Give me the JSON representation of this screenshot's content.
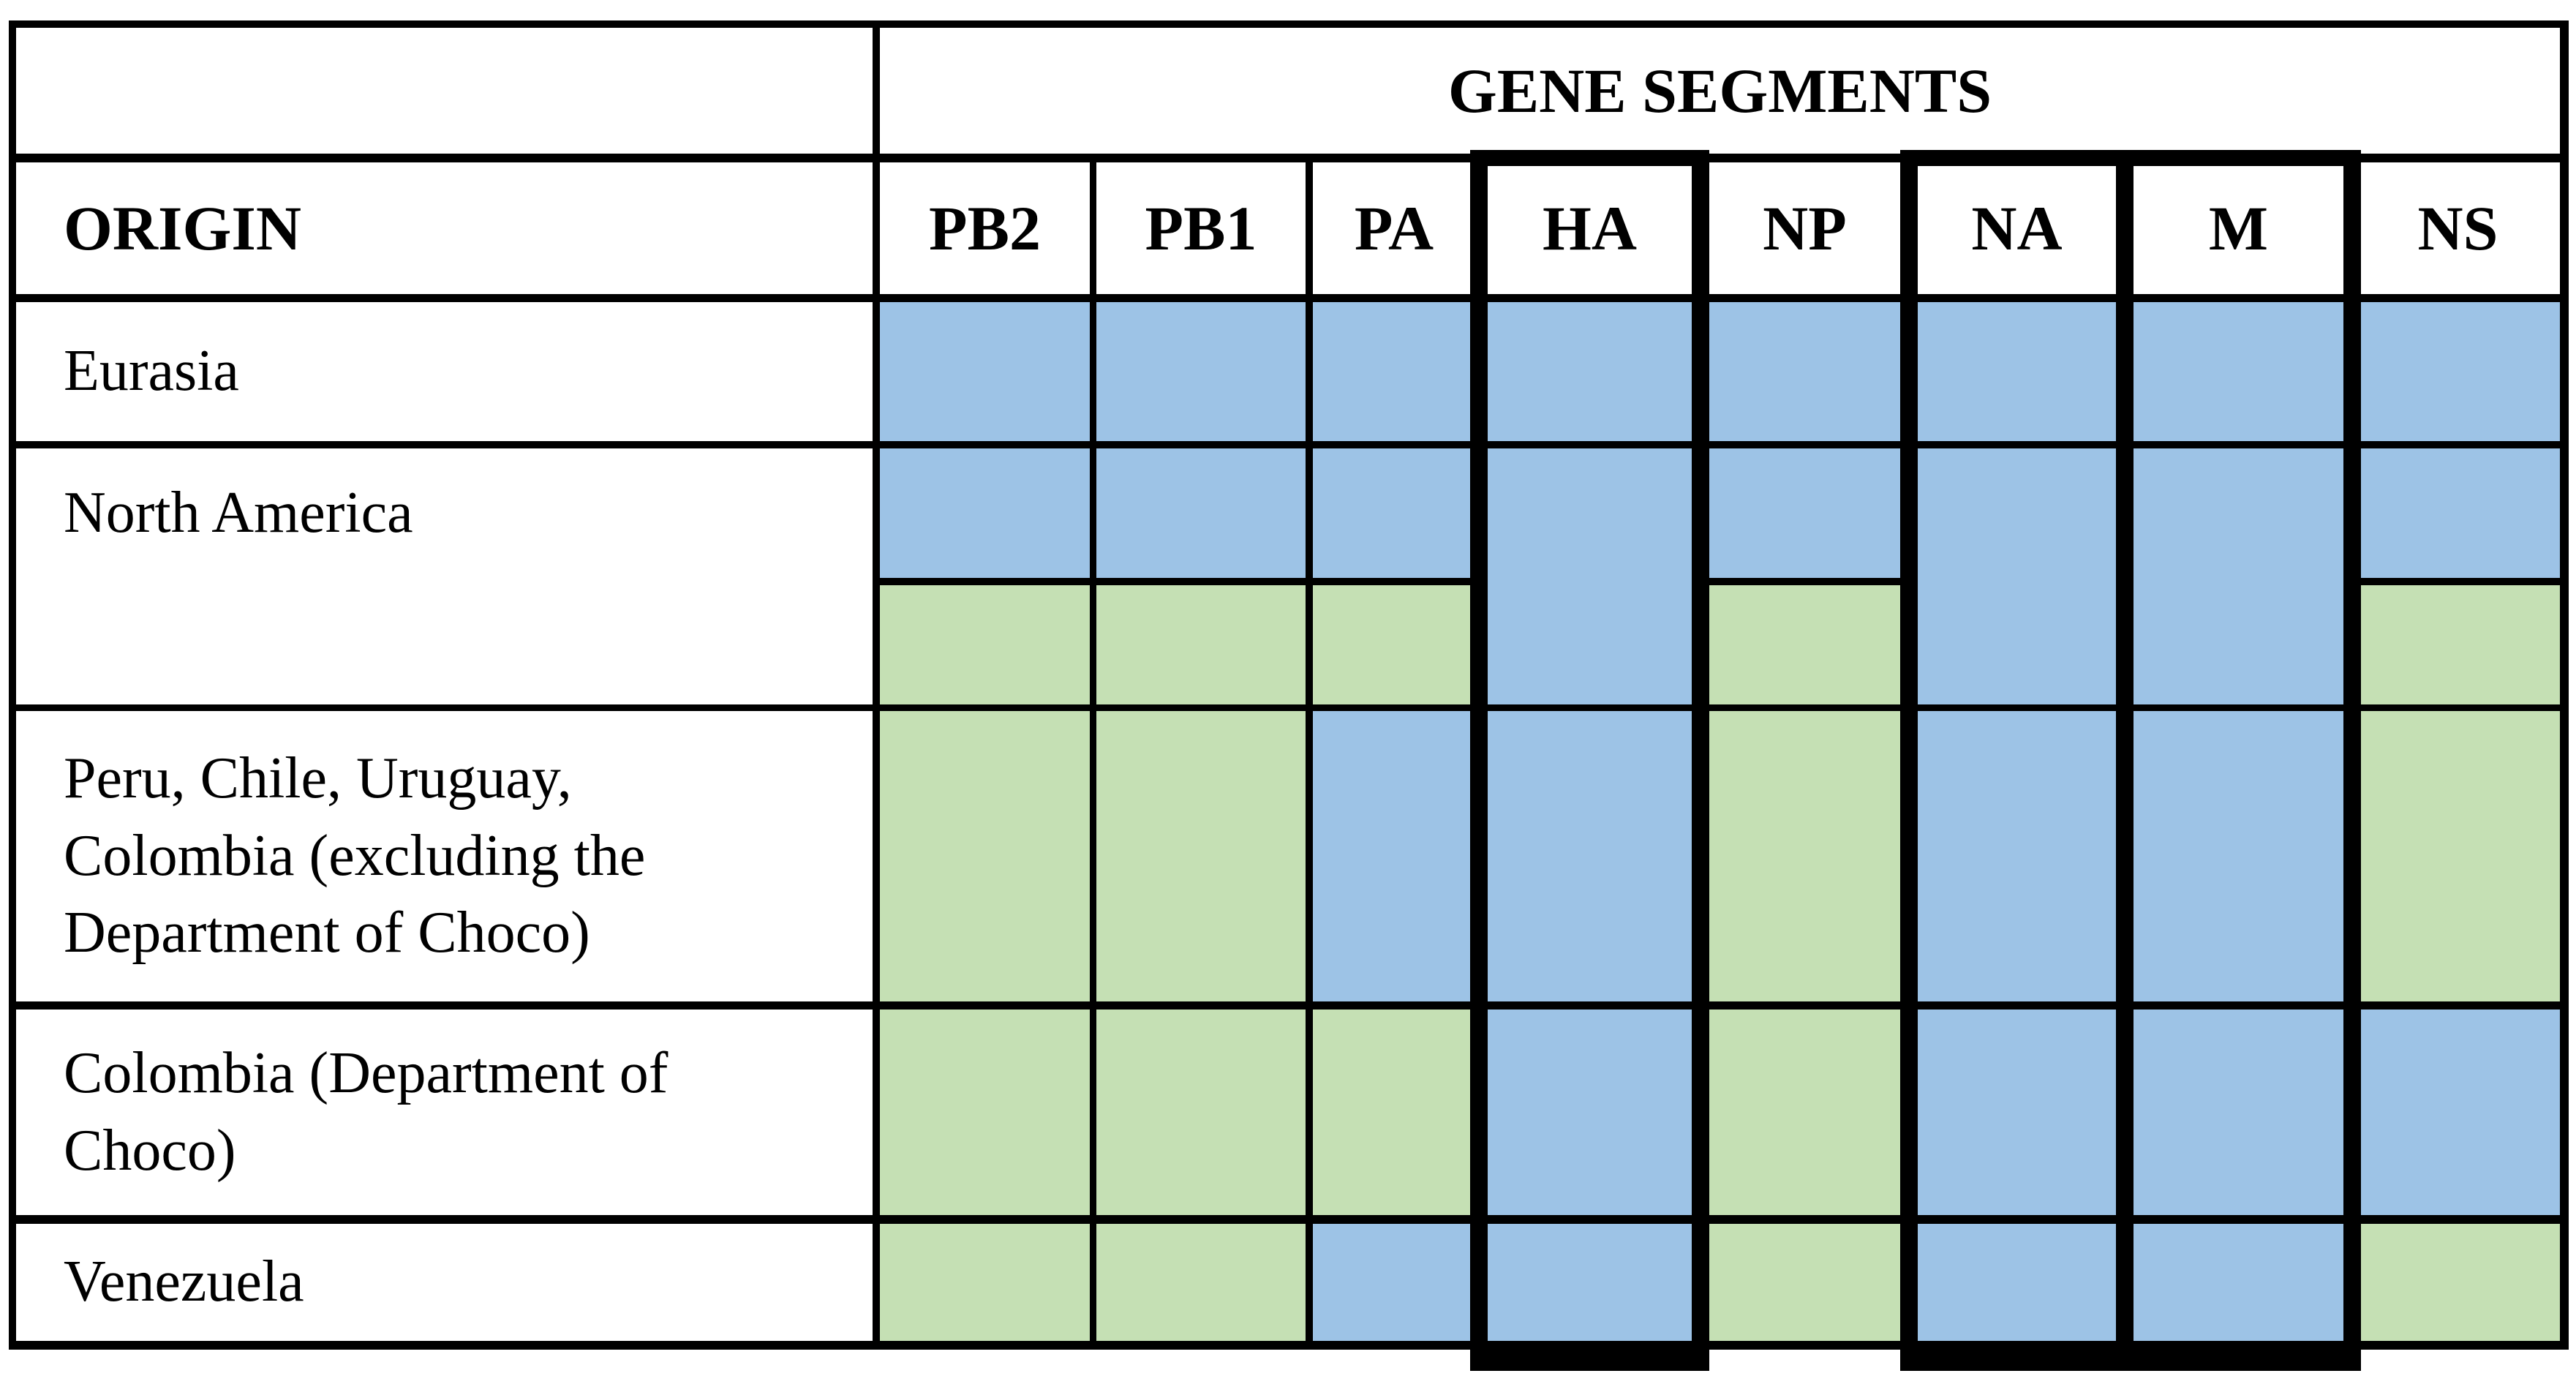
{
  "table": {
    "title": "GENE SEGMENTS",
    "origin_header": "ORIGIN",
    "columns": [
      "PB2",
      "PB1",
      "PA",
      "HA",
      "NP",
      "NA",
      "M",
      "NS"
    ],
    "highlighted_columns": [
      "HA",
      "NA",
      "M"
    ],
    "colors": {
      "blue": "#9DC3E6",
      "green": "#C5E0B4",
      "grid": "#000000",
      "cell_background": "#FFFFFF"
    },
    "rows": [
      {
        "origin": "Eurasia",
        "cells": [
          "blue",
          "blue",
          "blue",
          "blue",
          "blue",
          "blue",
          "blue",
          "blue"
        ]
      },
      {
        "origin": "North America",
        "cells": [
          "blue/green",
          "blue/green",
          "blue/green",
          "blue",
          "blue/green",
          "blue",
          "blue",
          "blue/green"
        ]
      },
      {
        "origin": "Peru, Chile, Uruguay, Colombia (excluding the Department of Choco)",
        "cells": [
          "green",
          "green",
          "blue",
          "blue",
          "green",
          "blue",
          "blue",
          "green"
        ]
      },
      {
        "origin": "Colombia (Department of Choco)",
        "cells": [
          "green",
          "green",
          "green",
          "blue",
          "green",
          "blue",
          "blue",
          "blue"
        ]
      },
      {
        "origin": "Venezuela",
        "cells": [
          "green",
          "green",
          "blue",
          "blue",
          "green",
          "blue",
          "blue",
          "green"
        ]
      }
    ]
  }
}
